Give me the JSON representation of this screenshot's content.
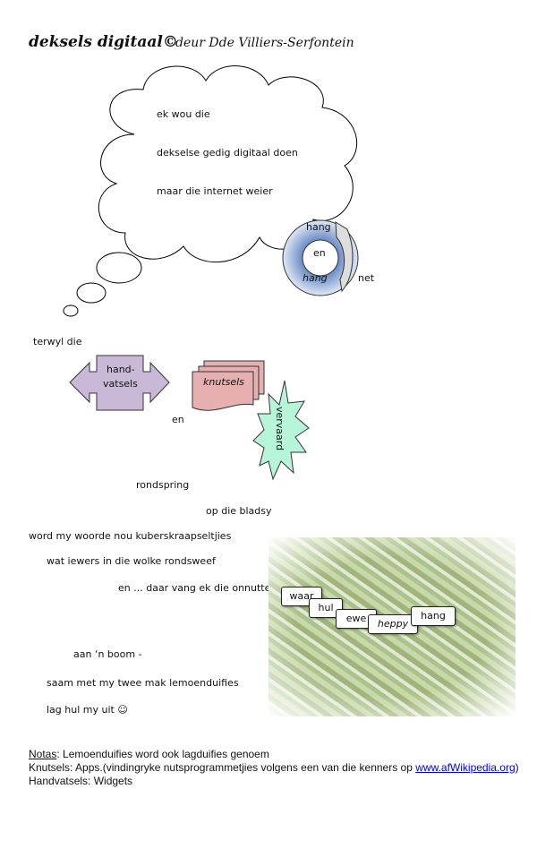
{
  "header": {
    "title": "deksels digitaal©",
    "author": "deur Dde Villiers-Serfontein"
  },
  "cloud": {
    "lines": [
      "ek wou die",
      "dekselse gedig digitaal doen",
      "maar die internet weier"
    ]
  },
  "ring": {
    "top": "hang",
    "center": "en",
    "bottom": "hang",
    "side": "net"
  },
  "poem": {
    "line1": "terwyl die",
    "arrow_label_1": "hand-",
    "arrow_label_2": "vatsels",
    "stack_label": "knutsels",
    "and": "en",
    "star_label": "vervaard",
    "line2": "rondspring",
    "line3": "op die bladsy",
    "line4": "word my woorde nou kuberskraapseltjies",
    "line5": "wat iewers in die wolke rondsweef",
    "line6": "en ... daar vang ek die onnutte",
    "line7": "aan ‘n boom -",
    "line8": "saam met my twee mak lemoenduifies",
    "line9": "lag hul my uit ☺"
  },
  "photo_words": [
    "waar",
    "hul",
    "ewe",
    "heppy",
    "hang"
  ],
  "notes": {
    "notas_label": "Notas",
    "notas_text": ": Lemoenduifies word ook lagduifies genoem",
    "knutsels_text": "Knutsels:  Apps.(vindingryke nutsprogrammetjies volgens een van die kenners op ",
    "link": "www.afWikipedia.org",
    "knutsels_end": ")",
    "handvatsels_text": "Handvatsels: Widgets"
  }
}
